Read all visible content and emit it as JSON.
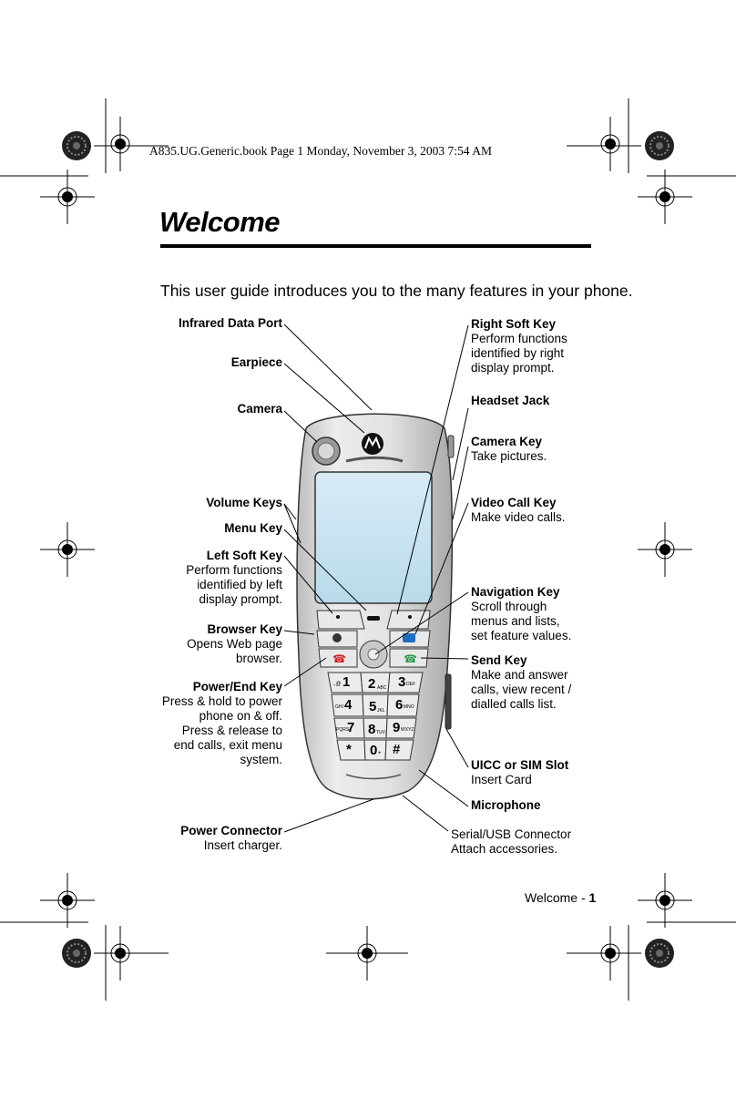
{
  "header": {
    "running_head": "A835.UG.Generic.book  Page 1  Monday, November 3, 2003  7:54 AM"
  },
  "title": "Welcome",
  "intro": "This user guide introduces you to the many features in your phone.",
  "callouts_left": [
    {
      "id": "infrared",
      "name": "Infrared Data Port",
      "desc": []
    },
    {
      "id": "earpiece",
      "name": "Earpiece",
      "desc": []
    },
    {
      "id": "camera",
      "name": "Camera",
      "desc": []
    },
    {
      "id": "volume",
      "name": "Volume Keys",
      "desc": []
    },
    {
      "id": "menu",
      "name": "Menu Key",
      "desc": []
    },
    {
      "id": "leftsoft",
      "name": "Left Soft Key",
      "desc": [
        "Perform functions",
        "identified by left",
        "display prompt."
      ]
    },
    {
      "id": "browser",
      "name": "Browser Key",
      "desc": [
        "Opens Web page",
        "browser."
      ]
    },
    {
      "id": "power",
      "name": "Power/End Key",
      "desc": [
        "Press & hold to power",
        "phone on & off.",
        "Press & release to",
        "end calls, exit menu",
        "system."
      ]
    },
    {
      "id": "powerconn",
      "name": "Power Connector",
      "desc": [
        "Insert charger."
      ]
    }
  ],
  "callouts_right": [
    {
      "id": "rightsoft",
      "name": "Right Soft Key",
      "desc": [
        "Perform functions",
        "identified by right",
        "display prompt."
      ]
    },
    {
      "id": "headset",
      "name": "Headset Jack",
      "desc": []
    },
    {
      "id": "camerakey",
      "name": "Camera Key",
      "desc": [
        "Take pictures."
      ]
    },
    {
      "id": "videocall",
      "name": "Video Call Key",
      "desc": [
        "Make video calls."
      ]
    },
    {
      "id": "nav",
      "name": "Navigation Key",
      "desc": [
        "Scroll through",
        "menus and lists,",
        "set feature values."
      ]
    },
    {
      "id": "send",
      "name": "Send Key",
      "desc": [
        "Make and answer",
        "calls, view recent /",
        "dialled calls list."
      ]
    },
    {
      "id": "uicc",
      "name": "UICC or SIM Slot",
      "desc": [
        "Insert Card"
      ]
    },
    {
      "id": "mic",
      "name": "Microphone",
      "desc": []
    },
    {
      "id": "serial",
      "name": "",
      "desc": [
        "Serial/USB Connector",
        "Attach accessories."
      ]
    }
  ],
  "keypad": {
    "keys": [
      "1",
      "2",
      "3",
      "4",
      "5",
      "6",
      "7",
      "8",
      "9",
      "*",
      "0",
      "#"
    ],
    "sublabels": [
      ".,@",
      "ABC",
      "DEF",
      "GHI",
      "JKL",
      "MNO",
      "PQRS",
      "TUV",
      "WXYZ",
      "",
      "+",
      ""
    ]
  },
  "footer": {
    "section": "Welcome - ",
    "page": "1"
  },
  "colors": {
    "screen": "#cfe6f2",
    "phone_body": "#d8d8d8",
    "send_green": "#2a9a4a",
    "end_red": "#d02020",
    "camera_blue": "#1c6fc0"
  }
}
